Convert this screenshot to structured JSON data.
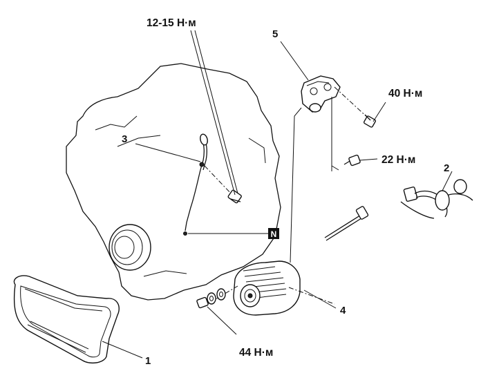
{
  "diagram": {
    "callouts": [
      {
        "id": "1",
        "text": "1"
      },
      {
        "id": "2",
        "text": "2"
      },
      {
        "id": "3",
        "text": "3"
      },
      {
        "id": "4",
        "text": "4"
      },
      {
        "id": "5",
        "text": "5"
      }
    ],
    "torques": [
      {
        "id": "t_dipstick",
        "text": "12-15 Н·м"
      },
      {
        "id": "t_bracket",
        "text": "40 Н·м"
      },
      {
        "id": "t_stay",
        "text": "22 Н·м"
      },
      {
        "id": "t_nut",
        "text": "44 Н·м"
      }
    ],
    "symbol_n": "N"
  }
}
